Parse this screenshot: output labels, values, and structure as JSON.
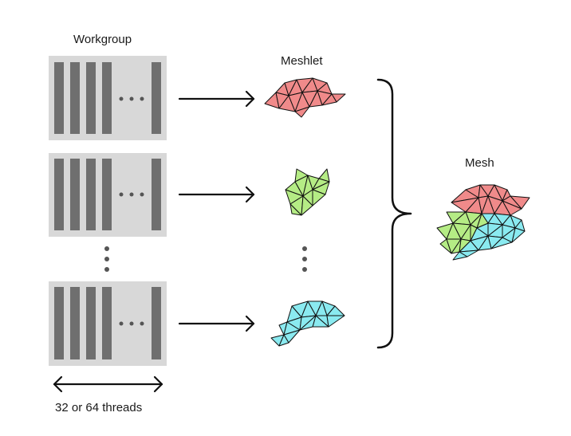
{
  "labels": {
    "workgroup": "Workgroup",
    "meshlet": "Meshlet",
    "mesh": "Mesh",
    "threads": "32 or 64 threads"
  },
  "colors": {
    "panel": "#d8d8d8",
    "thread_bar": "#6f6f6f",
    "meshlet_red": "#f08a8a",
    "meshlet_green": "#b5ec85",
    "meshlet_cyan": "#8aeaf0",
    "stroke": "#111111"
  },
  "icons": {
    "ellipsis": "ellipsis-icon",
    "arrow": "right-arrow-icon",
    "brace": "right-curly-brace-icon",
    "double_arrow": "double-headed-arrow-icon"
  }
}
